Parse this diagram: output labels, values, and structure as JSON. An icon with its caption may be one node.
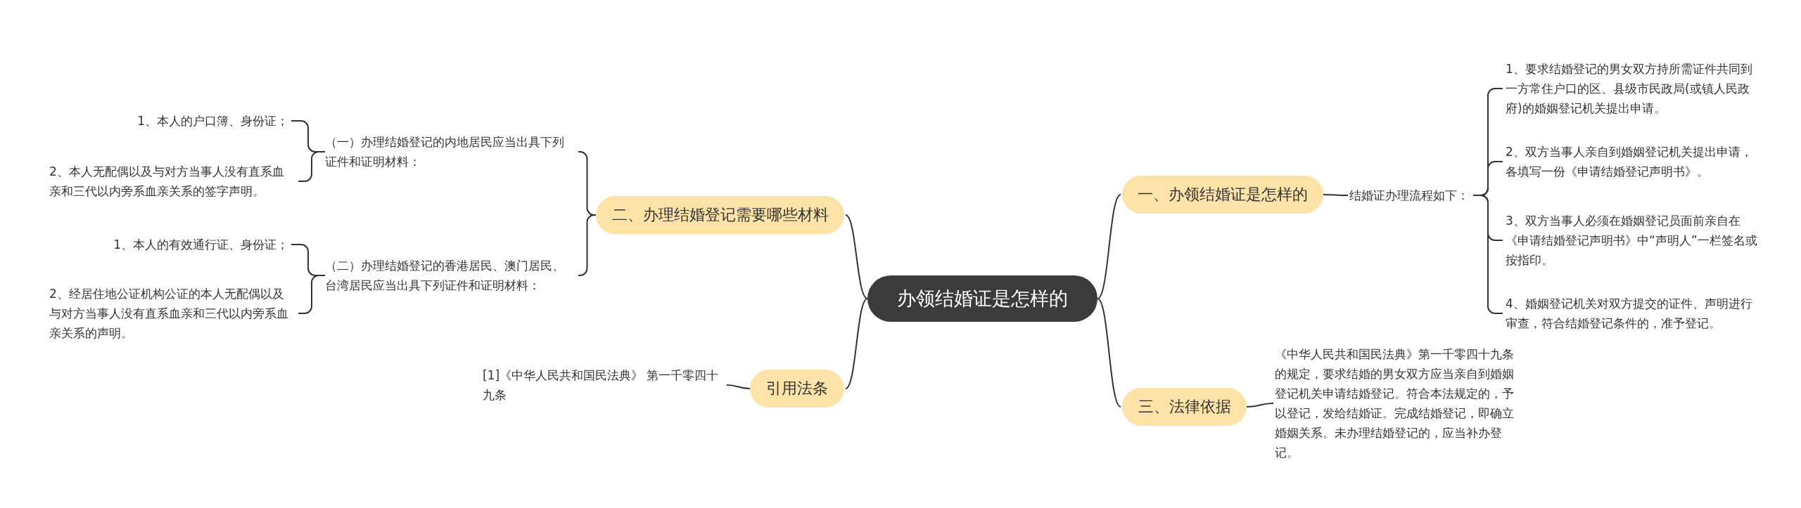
{
  "diagram": {
    "nodes": [
      {
        "text": [
          "办领结婚证是怎样的"
        ]
      },
      {
        "text": [
          "一、办领结婚证是怎样的"
        ]
      },
      {
        "text": [
          "结婚证办理流程如下："
        ]
      },
      {
        "text": [
          "1、要求结婚登记的男女双方持所需证件共同到一方常住户口的区、县级市民政局(或镇人民政府)的婚姻登记机关提出申请。"
        ]
      },
      {
        "text": [
          "2、双方当事人亲自到婚姻登记机关提出申请，各填写一份《申请结婚登记声明书》。"
        ]
      },
      {
        "text": [
          "3、双方当事人必须在婚姻登记员面前亲自在《申请结婚登记声明书》中“声明人”一栏签名或按指印。"
        ]
      },
      {
        "text": [
          "4、婚姻登记机关对双方提交的证件、声明进行审查，符合结婚登记条件的，准予登记。"
        ]
      },
      {
        "text": [
          "三、法律依据"
        ]
      },
      {
        "text": [
          "《中华人民共和国民法典》第一千零四十九条的规定，要求结婚的男女双方应当亲自到婚姻登记机关申请结婚登记。符合本法规定的，予以登记，发给结婚证。完成结婚登记，即确立婚姻关系。未办理结婚登记的，应当补办登记。"
        ]
      },
      {
        "text": [
          "二、办理结婚登记需要哪些材料"
        ]
      },
      {
        "text": [
          "（一）办理结婚登记的内地居民应当出具下列证件和证明材料："
        ]
      },
      {
        "text": [
          "1、本人的户口簿、身份证；"
        ]
      },
      {
        "text": [
          "2、本人无配偶以及与对方当事人没有直系血亲和三代以内旁系血亲关系的签字声明。"
        ]
      },
      {
        "text": [
          "（二）办理结婚登记的香港居民、澳门居民、台湾居民应当出具下列证件和证明材料："
        ]
      },
      {
        "text": [
          "1、本人的有效通行证、身份证；"
        ]
      },
      {
        "text": [
          "2、经居住地公证机构公证的本人无配偶以及与对方当事人没有直系血亲和三代以内旁系血亲关系的声明。"
        ]
      },
      {
        "text": [
          "引用法条"
        ]
      },
      {
        "text": [
          "[1]《中华人民共和国民法典》 第一千零四十九条"
        ]
      }
    ],
    "edges": [
      {
        "from": 0,
        "to": 1,
        "arrow": "none"
      },
      {
        "from": 1,
        "to": 2,
        "arrow": "none"
      },
      {
        "from": 2,
        "to": 3,
        "arrow": "none"
      },
      {
        "from": 2,
        "to": 4,
        "arrow": "none"
      },
      {
        "from": 2,
        "to": 5,
        "arrow": "none"
      },
      {
        "from": 2,
        "to": 6,
        "arrow": "none"
      },
      {
        "from": 0,
        "to": 7,
        "arrow": "none"
      },
      {
        "from": 7,
        "to": 8,
        "arrow": "none"
      },
      {
        "from": 0,
        "to": 9,
        "arrow": "none"
      },
      {
        "from": 9,
        "to": 10,
        "arrow": "none"
      },
      {
        "from": 10,
        "to": 11,
        "arrow": "none"
      },
      {
        "from": 10,
        "to": 12,
        "arrow": "none"
      },
      {
        "from": 9,
        "to": 13,
        "arrow": "none"
      },
      {
        "from": 13,
        "to": 14,
        "arrow": "none"
      },
      {
        "from": 13,
        "to": 15,
        "arrow": "none"
      },
      {
        "from": 0,
        "to": 16,
        "arrow": "none"
      },
      {
        "from": 16,
        "to": 17,
        "arrow": "none"
      }
    ]
  }
}
